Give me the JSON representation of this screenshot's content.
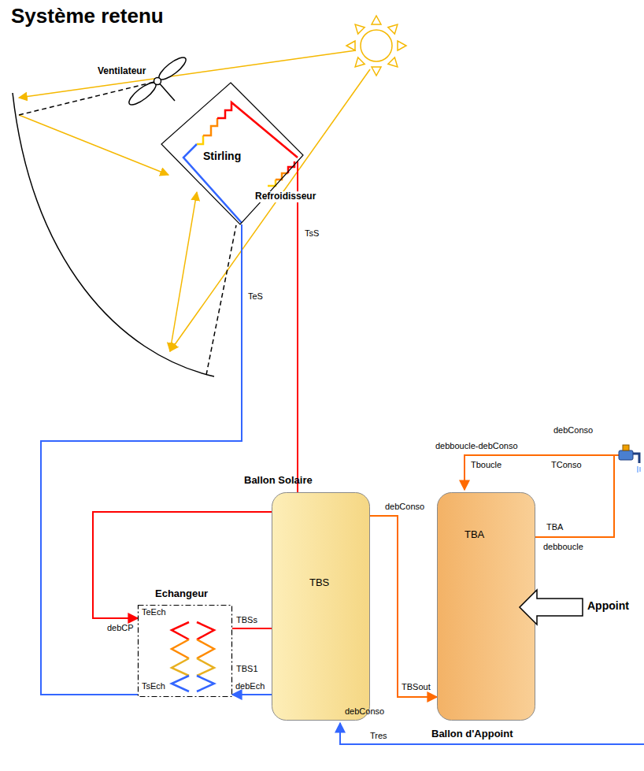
{
  "diagram": {
    "title": "Système retenu",
    "nodes": [
      {
        "text": [
          "Stirling",
          "Refroidisseur"
        ]
      },
      {
        "text": [
          "Echangeur"
        ]
      },
      {
        "text": [
          "Ballon Solaire",
          "TBS"
        ]
      },
      {
        "text": [
          "TBA",
          "Ballon d'Appoint"
        ]
      },
      {
        "text": [
          "Appoint"
        ]
      }
    ],
    "edges": [
      {
        "from": 0,
        "to": 1,
        "arrow": "to",
        "label": "TsS"
      },
      {
        "from": 1,
        "to": 0,
        "arrow": "none",
        "label": "TeS"
      },
      {
        "from": 1,
        "to": 2,
        "arrow": "none"
      },
      {
        "from": 2,
        "to": 1,
        "arrow": "to"
      },
      {
        "from": 2,
        "to": 3,
        "arrow": "to",
        "label": "debConso"
      }
    ],
    "labels": [
      "Ventilateur",
      "debConso",
      "debboucle-debConso",
      "Tboucle",
      "TConso",
      "TBA",
      "debboucle",
      "TeEch",
      "debCP",
      "TBSs",
      "TBS1",
      "TsEch",
      "debEch",
      "TBSout",
      "debConso",
      "Tres"
    ]
  }
}
